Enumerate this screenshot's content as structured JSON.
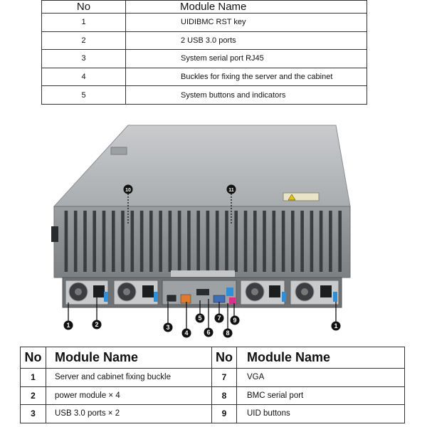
{
  "top_table": {
    "headers": {
      "no": "No",
      "name": "Module Name"
    },
    "rows": [
      {
        "no": "1",
        "name": "UIDIBMC RST key"
      },
      {
        "no": "2",
        "name": "2 USB 3.0 ports"
      },
      {
        "no": "3",
        "name": "System serial port RJ45"
      },
      {
        "no": "4",
        "name": "Buckles for fixing the server and the cabinet"
      },
      {
        "no": "5",
        "name": "System buttons and indicators"
      }
    ]
  },
  "callouts": [
    "1",
    "2",
    "3",
    "4",
    "5",
    "6",
    "7",
    "8",
    "9",
    "10",
    "11",
    "1"
  ],
  "bottom_table": {
    "headers": {
      "no_left": "No",
      "name_left": "Module Name",
      "no_right": "No",
      "name_right": "Module Name"
    },
    "rows": [
      {
        "no_left": "1",
        "name_left": "Server and cabinet fixing buckle",
        "no_right": "7",
        "name_right": "VGA"
      },
      {
        "no_left": "2",
        "name_left": "power module × 4",
        "no_right": "8",
        "name_right": "BMC serial port"
      },
      {
        "no_left": "3",
        "name_left": "USB 3.0 ports × 2",
        "no_right": "9",
        "name_right": "UID buttons"
      }
    ]
  },
  "colors": {
    "chassis_top": "#b8bbbe",
    "chassis_body": "#8a8d90",
    "slot_dark": "#3a3c3f",
    "accent_blue": "#2e8fd8",
    "callout": "#111111"
  }
}
